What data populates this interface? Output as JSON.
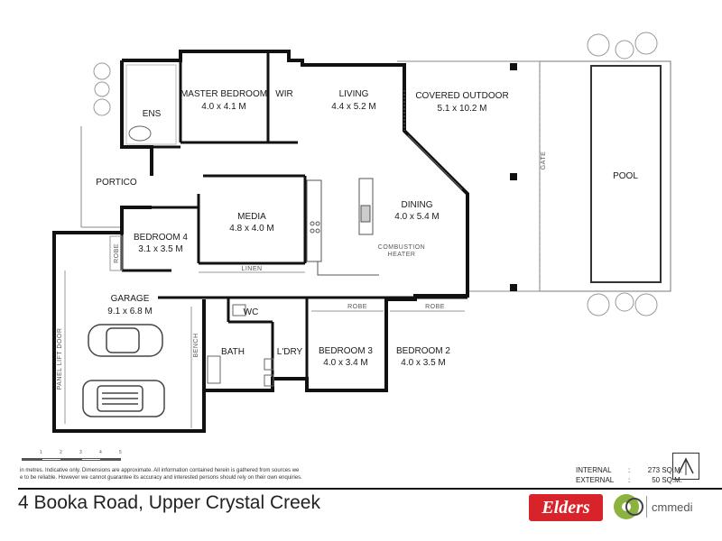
{
  "rooms": {
    "master_bedroom": {
      "name": "MASTER BEDROOM",
      "dims": "4.0 x 4.1 M"
    },
    "ens": {
      "name": "ENS"
    },
    "wir": {
      "name": "WIR"
    },
    "living": {
      "name": "LIVING",
      "dims": "4.4 x 5.2 M"
    },
    "covered_outdoor": {
      "name": "COVERED OUTDOOR",
      "dims": "5.1 x 10.2 M"
    },
    "pool": {
      "name": "POOL"
    },
    "portico": {
      "name": "PORTICO"
    },
    "media": {
      "name": "MEDIA",
      "dims": "4.8 x 4.0 M"
    },
    "dining": {
      "name": "DINING",
      "dims": "4.0 x 5.4 M"
    },
    "bedroom4": {
      "name": "BEDROOM 4",
      "dims": "3.1 x 3.5 M"
    },
    "garage": {
      "name": "GARAGE",
      "dims": "9.1 x 6.8 M"
    },
    "wc": {
      "name": "WC"
    },
    "bath": {
      "name": "BATH"
    },
    "laundry": {
      "name": "L'DRY"
    },
    "bedroom3": {
      "name": "BEDROOM 3",
      "dims": "4.0 x 3.4 M"
    },
    "bedroom2": {
      "name": "BEDROOM 2",
      "dims": "4.0 x 3.5 M"
    }
  },
  "small_labels": {
    "linen": "LINEN",
    "combustion_heater_1": "COMBUSTION",
    "combustion_heater_2": "HEATER",
    "robe_b4": "ROBE",
    "robe_b3": "ROBE",
    "robe_b2": "ROBE",
    "bench": "BENCH",
    "panel_lift_door": "PANEL LIFT DOOR",
    "gate": "GATE"
  },
  "footer": {
    "disclaimer_line1": "in metres.  Indicative only.  Dimensions are approximate.  All information contained herein is gathered from sources we",
    "disclaimer_line2": "e to be reliable.  However we cannot guarantee its accuracy and interested persons should rely on their own enquiries.",
    "address": "4 Booka Road, Upper Crystal Creek",
    "internal_label": "INTERNAL",
    "internal_value": "273 SQ.M.",
    "external_label": "EXTERNAL",
    "external_value": "50 SQ.M.",
    "elders_logo": "Elders",
    "cm_logo": "cmmedi",
    "scale_ticks": [
      "1",
      "2",
      "3",
      "4",
      "5"
    ]
  },
  "colors": {
    "wall": "#111111",
    "elders_red": "#d8232a",
    "cm_green": "#8cb33f"
  }
}
